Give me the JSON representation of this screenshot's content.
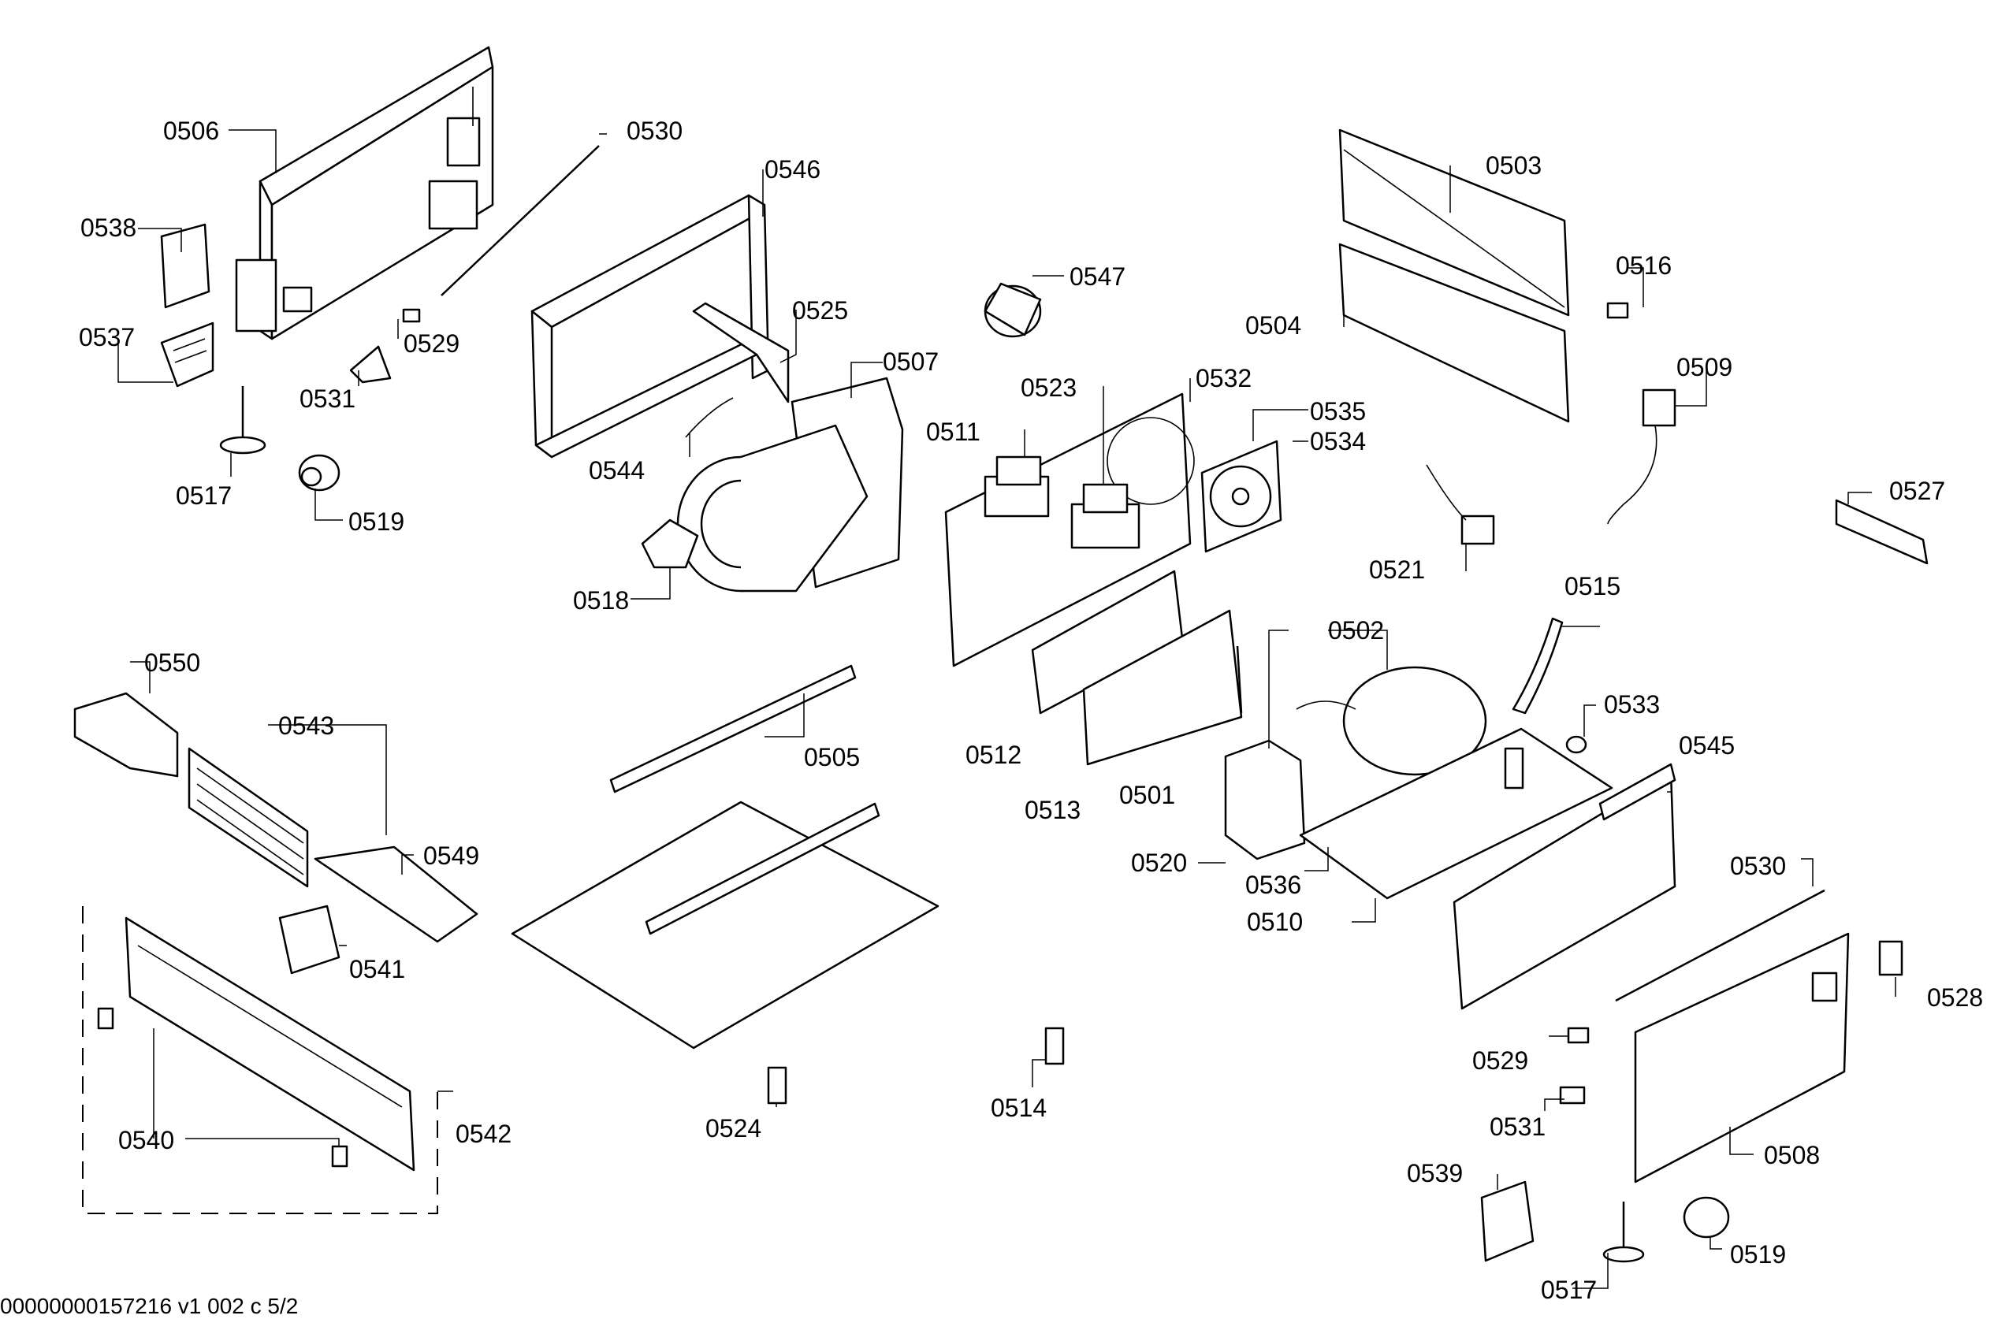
{
  "parts": [
    {
      "id": "p0501",
      "label": "0501"
    },
    {
      "id": "p0502",
      "label": "0502"
    },
    {
      "id": "p0503",
      "label": "0503"
    },
    {
      "id": "p0504",
      "label": "0504"
    },
    {
      "id": "p0505",
      "label": "0505"
    },
    {
      "id": "p0506",
      "label": "0506"
    },
    {
      "id": "p0507",
      "label": "0507"
    },
    {
      "id": "p0508",
      "label": "0508"
    },
    {
      "id": "p0509",
      "label": "0509"
    },
    {
      "id": "p0510",
      "label": "0510"
    },
    {
      "id": "p0511",
      "label": "0511"
    },
    {
      "id": "p0512",
      "label": "0512"
    },
    {
      "id": "p0513",
      "label": "0513"
    },
    {
      "id": "p0514",
      "label": "0514"
    },
    {
      "id": "p0515",
      "label": "0515"
    },
    {
      "id": "p0516",
      "label": "0516"
    },
    {
      "id": "p0517",
      "label": "0517"
    },
    {
      "id": "p0518",
      "label": "0518"
    },
    {
      "id": "p0519",
      "label": "0519"
    },
    {
      "id": "p0520",
      "label": "0520"
    },
    {
      "id": "p0521",
      "label": "0521"
    },
    {
      "id": "p0523",
      "label": "0523"
    },
    {
      "id": "p0524",
      "label": "0524"
    },
    {
      "id": "p0525",
      "label": "0525"
    },
    {
      "id": "p0527",
      "label": "0527"
    },
    {
      "id": "p0528",
      "label": "0528"
    },
    {
      "id": "p0529",
      "label": "0529"
    },
    {
      "id": "p0530",
      "label": "0530"
    },
    {
      "id": "p0531",
      "label": "0531"
    },
    {
      "id": "p0532",
      "label": "0532"
    },
    {
      "id": "p0533",
      "label": "0533"
    },
    {
      "id": "p0534",
      "label": "0534"
    },
    {
      "id": "p0535",
      "label": "0535"
    },
    {
      "id": "p0536",
      "label": "0536"
    },
    {
      "id": "p0537",
      "label": "0537"
    },
    {
      "id": "p0538",
      "label": "0538"
    },
    {
      "id": "p0539",
      "label": "0539"
    },
    {
      "id": "p0540",
      "label": "0540"
    },
    {
      "id": "p0541",
      "label": "0541"
    },
    {
      "id": "p0542",
      "label": "0542"
    },
    {
      "id": "p0543",
      "label": "0543"
    },
    {
      "id": "p0544",
      "label": "0544"
    },
    {
      "id": "p0545",
      "label": "0545"
    },
    {
      "id": "p0546",
      "label": "0546"
    },
    {
      "id": "p0547",
      "label": "0547"
    },
    {
      "id": "p0549",
      "label": "0549"
    },
    {
      "id": "p0550",
      "label": "0550"
    }
  ],
  "footer": "00000000157216 v1 002 c 5/2"
}
